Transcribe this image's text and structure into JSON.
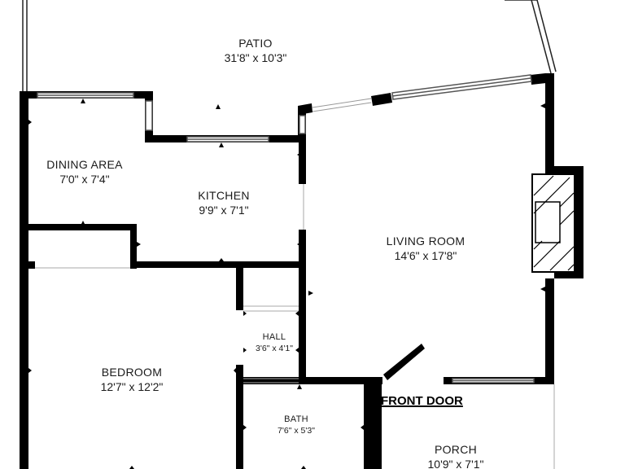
{
  "rooms": {
    "patio": {
      "name": "PATIO",
      "dims": "31'8\" x 10'3\""
    },
    "dining": {
      "name": "DINING AREA",
      "dims": "7'0\" x 7'4\""
    },
    "kitchen": {
      "name": "KITCHEN",
      "dims": "9'9\" x 7'1\""
    },
    "living": {
      "name": "LIVING ROOM",
      "dims": "14'6\" x 17'8\""
    },
    "hall": {
      "name": "HALL",
      "dims": "3'6\" x 4'1\""
    },
    "bedroom": {
      "name": "BEDROOM",
      "dims": "12'7\" x 12'2\""
    },
    "bath": {
      "name": "BATH",
      "dims": "7'6\" x 5'3\""
    },
    "porch": {
      "name": "PORCH",
      "dims": "10'9\" x 7'1\""
    }
  },
  "front_door": "FRONT DOOR",
  "colors": {
    "wall": "#000000",
    "window": "#7a7a7a",
    "background": "#ffffff"
  }
}
